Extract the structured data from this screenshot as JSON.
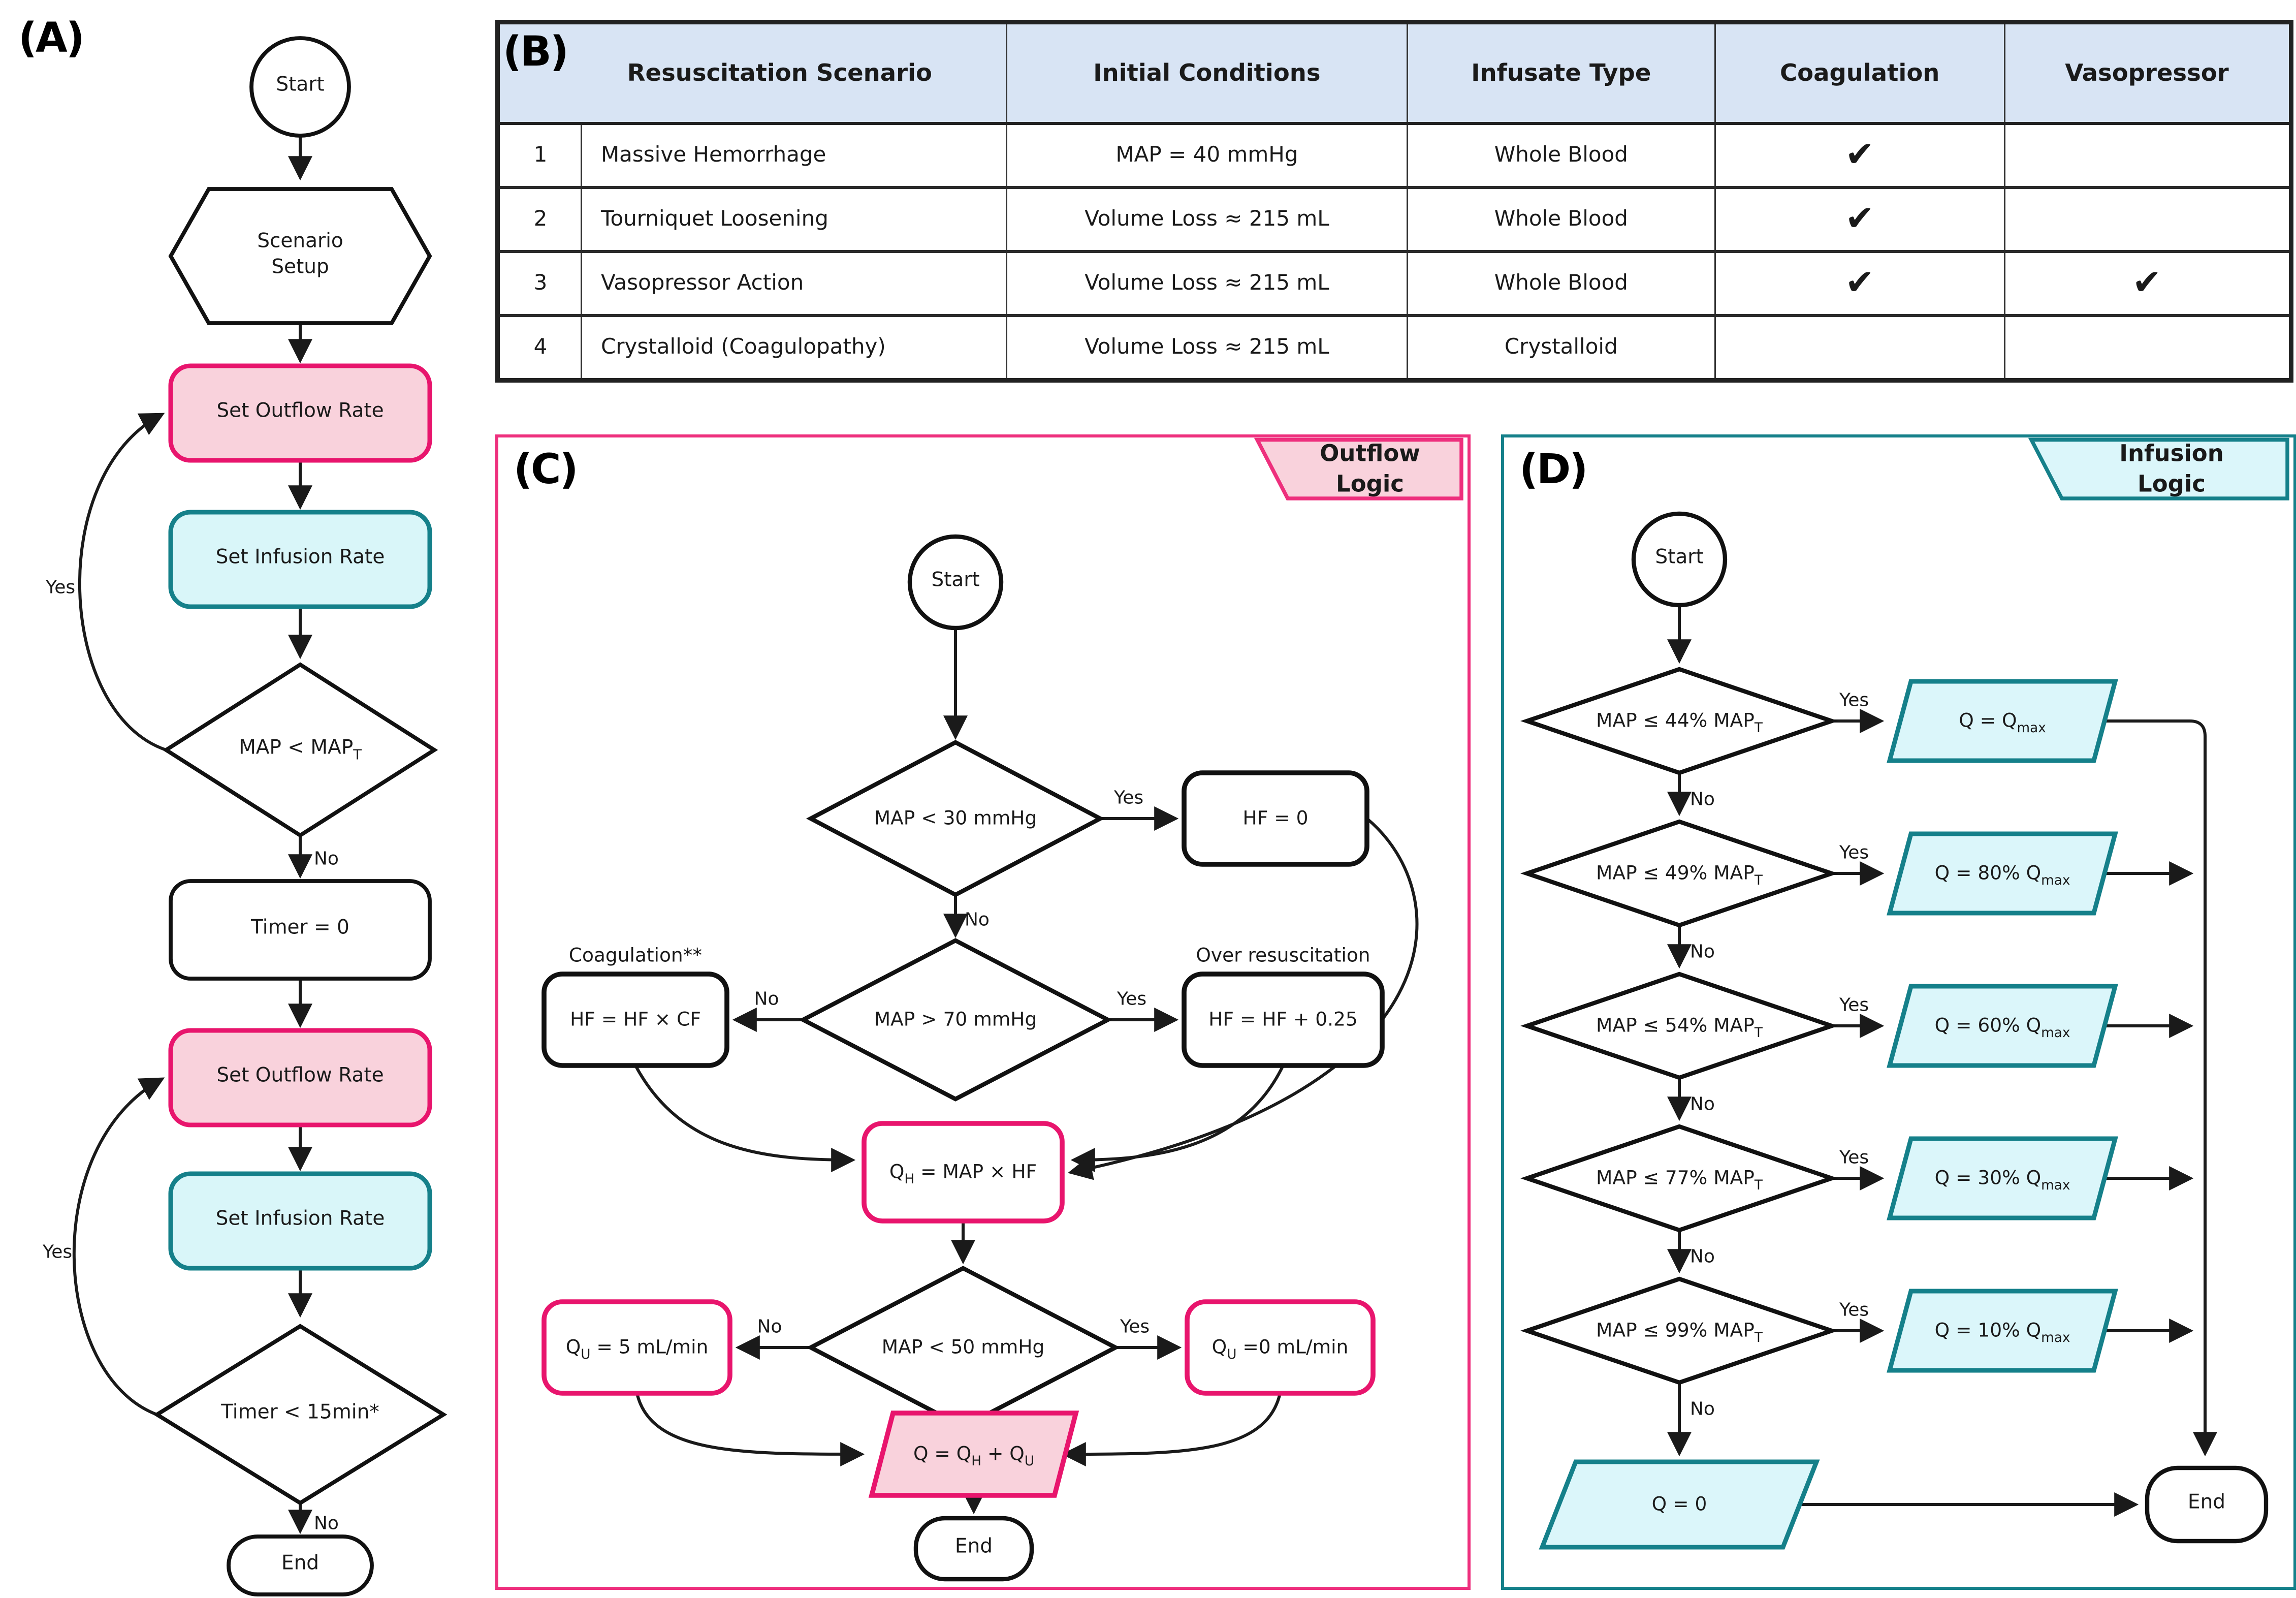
{
  "colors": {
    "pink_fill": "#f9d2dc",
    "pink_border": "#e8156d",
    "panel_c_border": "#ee2f7d",
    "cyan_fill": "#d9f6f9",
    "teal_border": "#15808a",
    "table_header_bg": "#d8e4f4",
    "node_border": "#111111",
    "edge": "#1a1a1a"
  },
  "labels": {
    "yes": "Yes",
    "no": "No"
  },
  "panelA": {
    "tag": "(A)",
    "start": "Start",
    "scenario_setup": "Scenario\nSetup",
    "set_outflow": "Set Outflow Rate",
    "set_infusion": "Set Infusion Rate",
    "map_check": {
      "pre": "MAP < MAP",
      "sub": "T"
    },
    "timer_reset": "Timer = 0",
    "set_outflow2": "Set Outflow Rate",
    "set_infusion2": "Set Infusion Rate",
    "timer_check": "Timer < 15min*",
    "end": "End"
  },
  "panelB": {
    "tag": "(B)",
    "headers": [
      "Resuscitation Scenario",
      "Initial Conditions",
      "Infusate Type",
      "Coagulation",
      "Vasopressor"
    ],
    "rows": [
      {
        "num": "1",
        "scenario": "Massive Hemorrhage",
        "initial": "MAP = 40 mmHg",
        "infusate": "Whole Blood",
        "coagulation": "✔",
        "vasopressor": ""
      },
      {
        "num": "2",
        "scenario": "Tourniquet Loosening",
        "initial": "Volume Loss ≈ 215 mL",
        "infusate": "Whole Blood",
        "coagulation": "✔",
        "vasopressor": ""
      },
      {
        "num": "3",
        "scenario": "Vasopressor Action",
        "initial": "Volume Loss ≈ 215 mL",
        "infusate": "Whole Blood",
        "coagulation": "✔",
        "vasopressor": "✔"
      },
      {
        "num": "4",
        "scenario": "Crystalloid (Coagulopathy)",
        "initial": "Volume Loss ≈ 215 mL",
        "infusate": "Crystalloid",
        "coagulation": "",
        "vasopressor": ""
      }
    ]
  },
  "panelC": {
    "tag": "(C)",
    "title": "Outflow Logic",
    "start": "Start",
    "d_map30": "MAP < 30 mmHg",
    "hf_zero": "HF = 0",
    "coag_label": "Coagulation**",
    "over_label": "Over resuscitation",
    "d_map70": "MAP > 70 mmHg",
    "hf_cf": "HF = HF × CF",
    "hf_plus": "HF = HF + 0.25",
    "qh": {
      "pre": "Q",
      "sub": "H",
      "post": " = MAP × HF"
    },
    "d_map50": "MAP < 50 mmHg",
    "qu5": {
      "pre": "Q",
      "sub": "U",
      "post": " = 5 mL/min"
    },
    "qu0": {
      "pre": "Q",
      "sub": "U",
      "post": " =0 mL/min"
    },
    "q_sum": {
      "p1": "Q = Q",
      "s1": "H",
      "p2": " + Q",
      "s2": "U"
    },
    "end": "End"
  },
  "panelD": {
    "tag": "(D)",
    "title": "Infusion Logic",
    "start": "Start",
    "decisions": [
      {
        "pre": "MAP ≤ 44% MAP",
        "sub": "T"
      },
      {
        "pre": "MAP ≤ 49% MAP",
        "sub": "T"
      },
      {
        "pre": "MAP ≤ 54% MAP",
        "sub": "T"
      },
      {
        "pre": "MAP ≤ 77% MAP",
        "sub": "T"
      },
      {
        "pre": "MAP ≤ 99% MAP",
        "sub": "T"
      }
    ],
    "outputs": [
      {
        "pre": "Q = Q",
        "sub": "max"
      },
      {
        "pre": "Q = 80% Q",
        "sub": "max"
      },
      {
        "pre": "Q = 60% Q",
        "sub": "max"
      },
      {
        "pre": "Q = 30% Q",
        "sub": "max"
      },
      {
        "pre": "Q = 10% Q",
        "sub": "max"
      }
    ],
    "q_zero": "Q = 0",
    "end": "End"
  }
}
